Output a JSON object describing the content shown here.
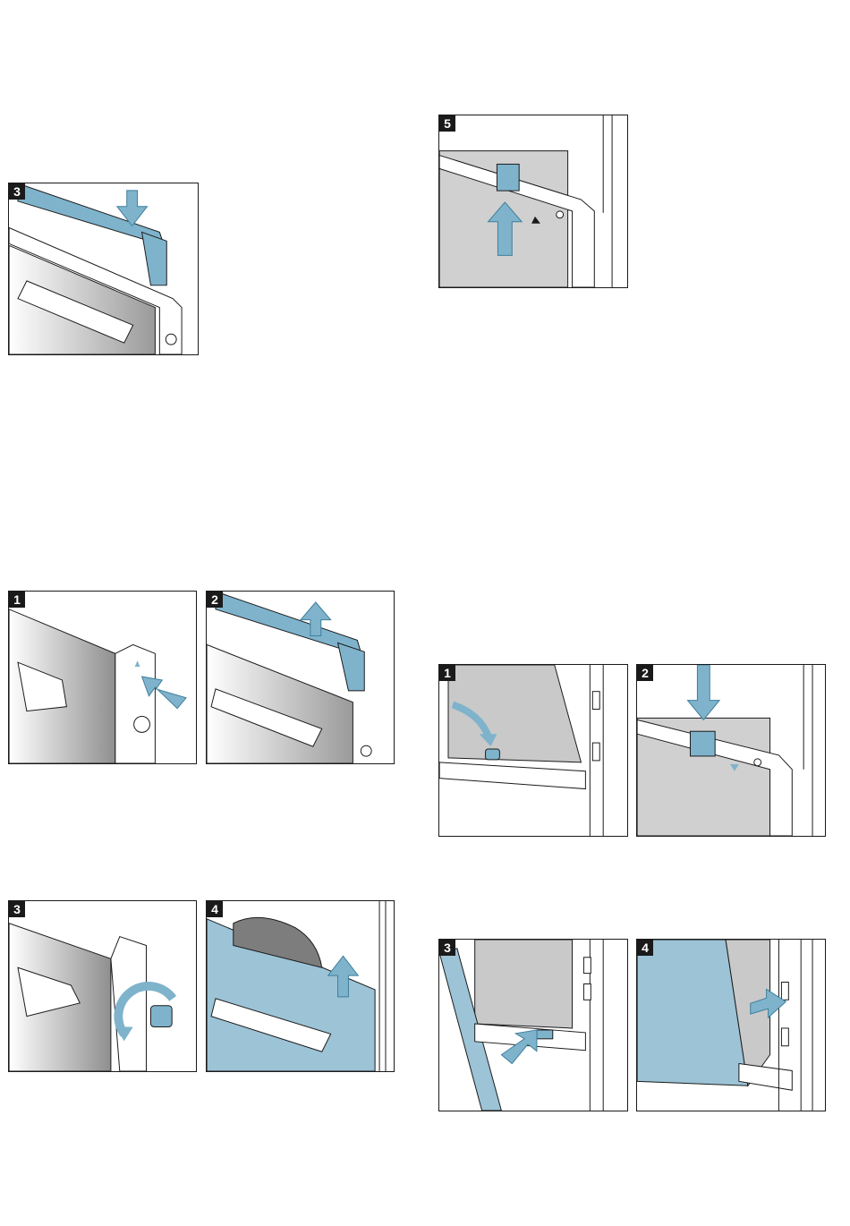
{
  "colors": {
    "accent": "#7fb3cc",
    "accent_dark": "#3f7f9c",
    "line": "#1a1a1a",
    "panel_grey": "#c9c9c9"
  },
  "figures": [
    {
      "id": "fig-a3",
      "step": "3",
      "content": "clip-press-down"
    },
    {
      "id": "fig-b5",
      "step": "5",
      "content": "hinge-lever-lift"
    },
    {
      "id": "fig-c1",
      "step": "1",
      "content": "side-catch-press"
    },
    {
      "id": "fig-c2",
      "step": "2",
      "content": "trim-lift-off"
    },
    {
      "id": "fig-c3",
      "step": "3",
      "content": "screw-unscrew"
    },
    {
      "id": "fig-c4",
      "step": "4",
      "content": "pane-lift-out"
    },
    {
      "id": "fig-d1",
      "step": "1",
      "content": "hinge-clip-fold"
    },
    {
      "id": "fig-d2",
      "step": "2",
      "content": "hinge-lever-press"
    },
    {
      "id": "fig-d3",
      "step": "3",
      "content": "pane-insert"
    },
    {
      "id": "fig-d4",
      "step": "4",
      "content": "pane-slide-in"
    }
  ]
}
